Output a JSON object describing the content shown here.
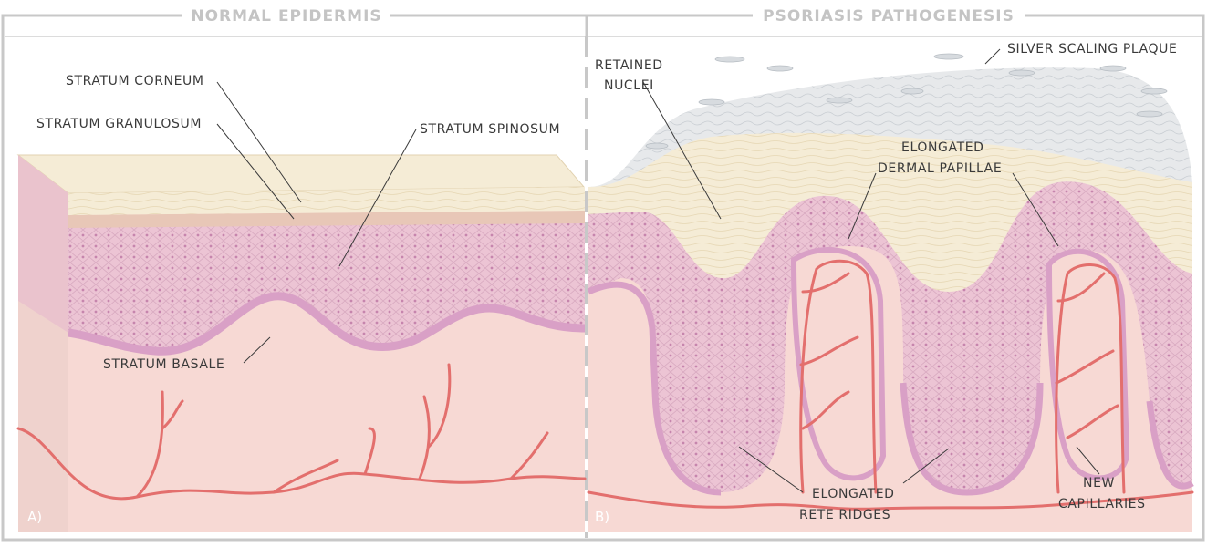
{
  "headers": {
    "normal": "NORMAL EPIDERMIS",
    "psoriasis": "PSORIASIS PATHOGENESIS"
  },
  "panels": {
    "a": "A)",
    "b": "B)"
  },
  "labels": {
    "stratum_corneum": "STRATUM CORNEUM",
    "stratum_granulosum": "STRATUM GRANULOSUM",
    "stratum_spinosum": "STRATUM SPINOSUM",
    "stratum_basale": "STRATUM BASALE",
    "retained_nuclei_1": "RETAINED",
    "retained_nuclei_2": "NUCLEI",
    "silver_scaling_plaque": "SILVER SCALING PLAQUE",
    "elongated_dermal_papillae_1": "ELONGATED",
    "elongated_dermal_papillae_2": "DERMAL PAPILLAE",
    "elongated_rete_ridges_1": "ELONGATED",
    "elongated_rete_ridges_2": "RETE RIDGES",
    "new_capillaries_1": "NEW",
    "new_capillaries_2": "CAPILLARIES"
  },
  "colors": {
    "dermis": "#f7d9d4",
    "spinosum": "#ecc4d4",
    "basale": "#d9a0c6",
    "corneum": "#f5ecd6",
    "plaque": "#e6e8ea",
    "vessel": "#e36f6d",
    "frame": "#c8c8c8"
  }
}
